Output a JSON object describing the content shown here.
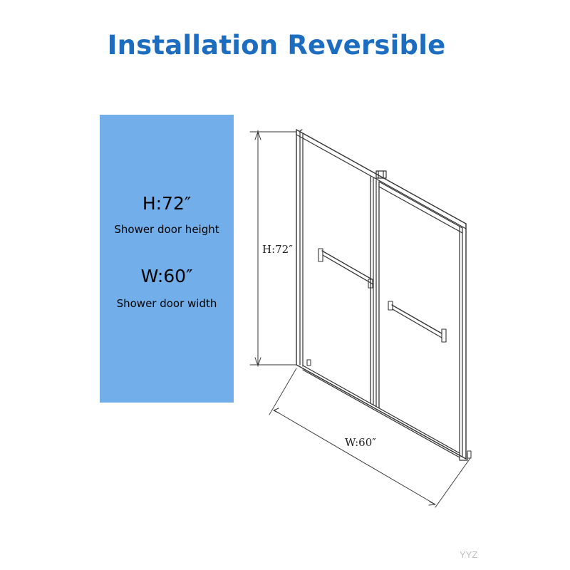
{
  "title": "Installation Reversible",
  "specs": {
    "height_value": "H:72″",
    "height_caption": "Shower door height",
    "width_value": "W:60″",
    "width_caption": "Shower door width",
    "panel_color": "#72aeea"
  },
  "drawing": {
    "height_label": "H:72″",
    "width_label": "W:60″"
  },
  "watermark": "YYZ",
  "colors": {
    "title": "#1c6cc0",
    "panel": "#72aeea",
    "line": "#333333"
  }
}
